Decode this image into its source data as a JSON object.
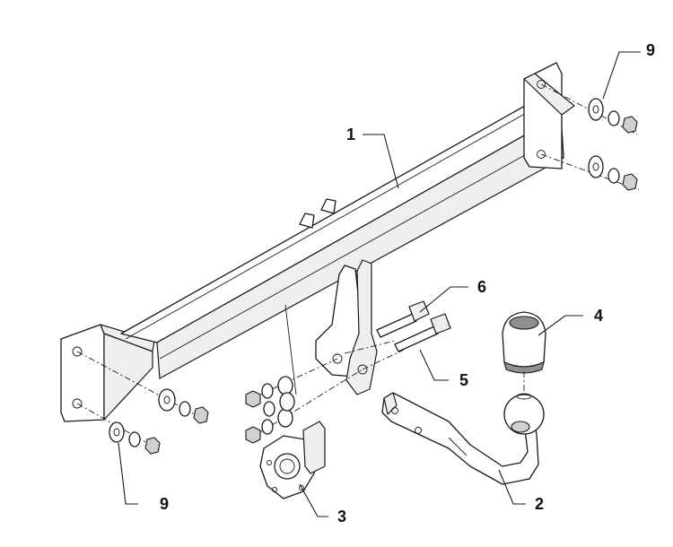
{
  "callouts": {
    "part_1": "1",
    "part_2": "2",
    "part_3": "3",
    "part_4": "4",
    "part_5": "5",
    "part_6": "6",
    "part_9_top": "9",
    "part_9_bottom": "9"
  },
  "colors": {
    "line": "#1a1a1a",
    "background": "#ffffff",
    "shade": "#d0d0d0",
    "dark_shade": "#8f8f8f"
  }
}
